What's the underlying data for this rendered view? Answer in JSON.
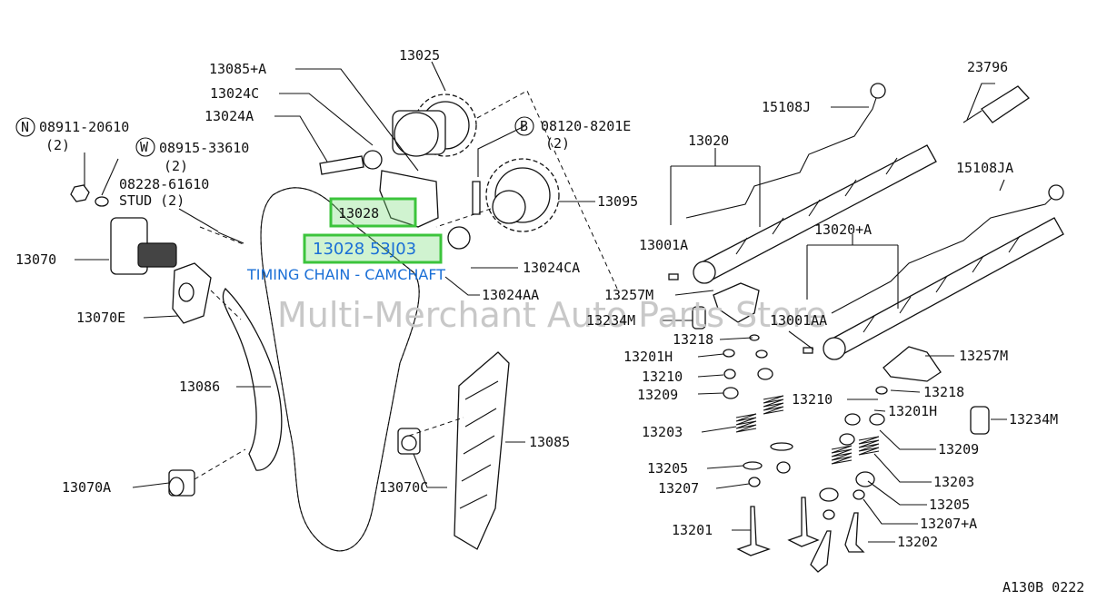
{
  "diagram": {
    "watermark": "Multi-Merchant Auto Parts Store",
    "highlight": {
      "part_ref": "13028",
      "part_number": "13028 53J03",
      "description": "TIMING CHAIN - CAMCHAFT"
    },
    "callouts": [
      {
        "id": "c01",
        "text": "13085+A"
      },
      {
        "id": "c02",
        "text": "13025"
      },
      {
        "id": "c03",
        "text": "13024C"
      },
      {
        "id": "c04",
        "text": "13024A"
      },
      {
        "id": "c05",
        "text": "08911-20610"
      },
      {
        "id": "c06",
        "text": "(2)"
      },
      {
        "id": "c07",
        "text": "08915-33610"
      },
      {
        "id": "c08",
        "text": "(2)"
      },
      {
        "id": "c09",
        "text": "08228-61610"
      },
      {
        "id": "c10",
        "text": "STUD (2)"
      },
      {
        "id": "c11",
        "text": "13070"
      },
      {
        "id": "c12",
        "text": "13070E"
      },
      {
        "id": "c13",
        "text": "13086"
      },
      {
        "id": "c14",
        "text": "13070A"
      },
      {
        "id": "c15",
        "text": "08120-8201E"
      },
      {
        "id": "c16",
        "text": "(2)"
      },
      {
        "id": "c17",
        "text": "13095"
      },
      {
        "id": "c18",
        "text": "13024CA"
      },
      {
        "id": "c19",
        "text": "13024AA"
      },
      {
        "id": "c20",
        "text": "13085"
      },
      {
        "id": "c21",
        "text": "13070C"
      },
      {
        "id": "c22",
        "text": "23796"
      },
      {
        "id": "c23",
        "text": "15108J"
      },
      {
        "id": "c24",
        "text": "13020"
      },
      {
        "id": "c25",
        "text": "15108JA"
      },
      {
        "id": "c26",
        "text": "13020+A"
      },
      {
        "id": "c27",
        "text": "13001A"
      },
      {
        "id": "c28",
        "text": "13257M"
      },
      {
        "id": "c29",
        "text": "13234M"
      },
      {
        "id": "c30",
        "text": "13001AA"
      },
      {
        "id": "c31",
        "text": "13218"
      },
      {
        "id": "c32",
        "text": "13201H"
      },
      {
        "id": "c33",
        "text": "13257M"
      },
      {
        "id": "c34",
        "text": "13210"
      },
      {
        "id": "c35",
        "text": "13209"
      },
      {
        "id": "c36",
        "text": "13210"
      },
      {
        "id": "c37",
        "text": "13218"
      },
      {
        "id": "c38",
        "text": "13201H"
      },
      {
        "id": "c39",
        "text": "13234M"
      },
      {
        "id": "c40",
        "text": "13203"
      },
      {
        "id": "c41",
        "text": "13209"
      },
      {
        "id": "c42",
        "text": "13205"
      },
      {
        "id": "c43",
        "text": "13203"
      },
      {
        "id": "c44",
        "text": "13207"
      },
      {
        "id": "c45",
        "text": "13205"
      },
      {
        "id": "c46",
        "text": "13207+A"
      },
      {
        "id": "c47",
        "text": "13201"
      },
      {
        "id": "c48",
        "text": "13202"
      },
      {
        "id": "c49",
        "text": "A130B 0222"
      }
    ],
    "circle_markers": [
      {
        "id": "m1",
        "text": "N"
      },
      {
        "id": "m2",
        "text": "W"
      },
      {
        "id": "m3",
        "text": "B"
      }
    ]
  }
}
